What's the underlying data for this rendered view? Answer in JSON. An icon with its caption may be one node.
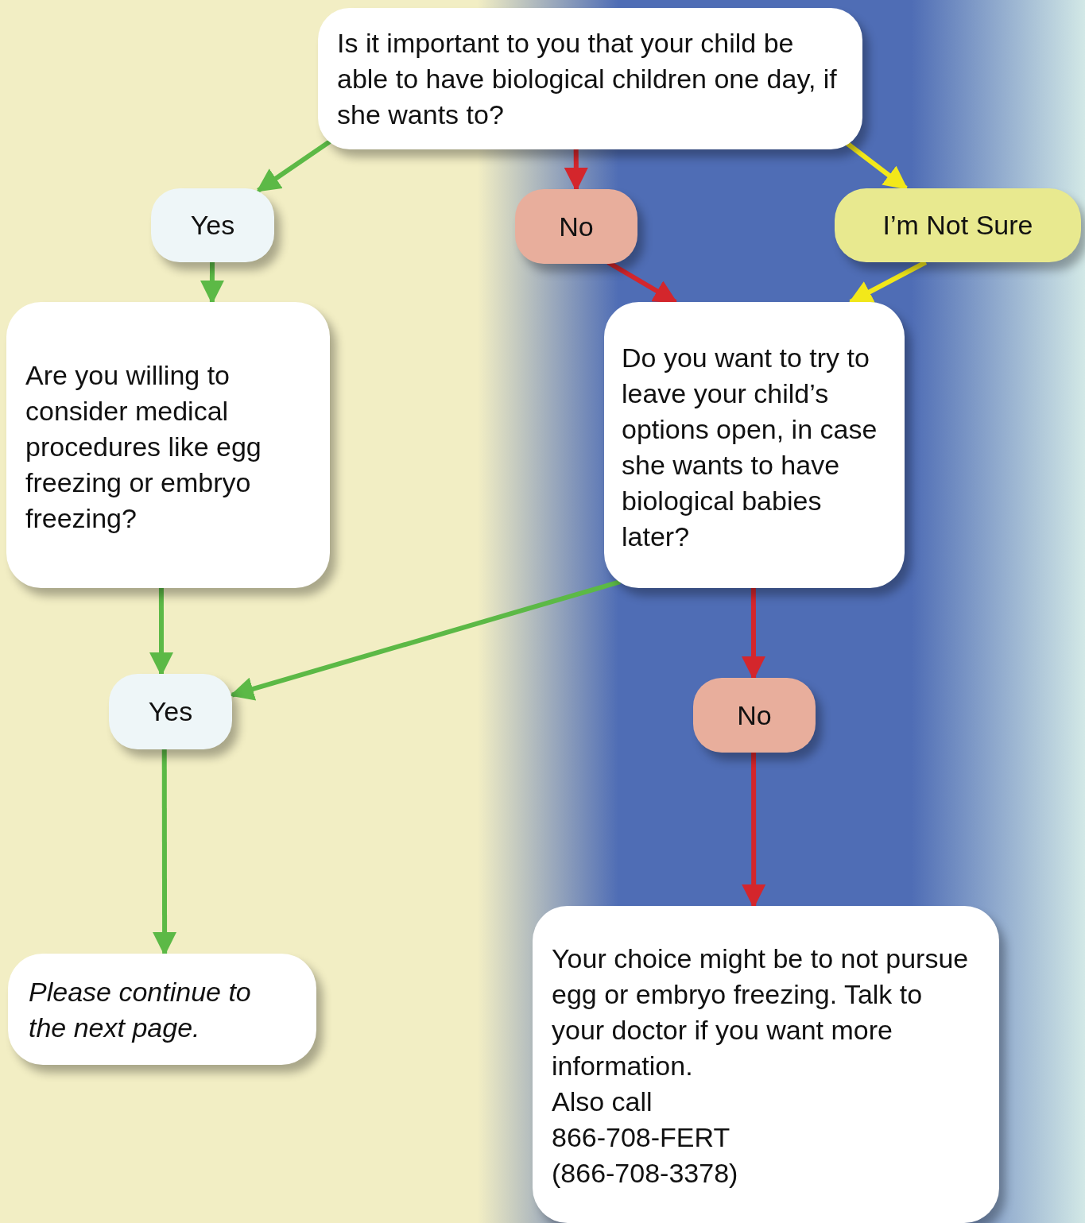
{
  "diagram": {
    "nodes": [
      {
        "text": [
          "Is it important to you that your child be able to have biological children one day, if she wants to?"
        ]
      },
      {
        "text": [
          "Yes"
        ]
      },
      {
        "text": [
          "No"
        ]
      },
      {
        "text": [
          "I’m Not Sure"
        ]
      },
      {
        "text": [
          "Are you willing to consider medical procedures like egg freezing or embryo freezing?"
        ]
      },
      {
        "text": [
          "Do you want to try to leave your child’s options open, in case she wants to have biological babies later?"
        ]
      },
      {
        "text": [
          "Yes"
        ]
      },
      {
        "text": [
          "No"
        ]
      },
      {
        "text": [
          "Please continue to the next page."
        ]
      },
      {
        "text": [
          "Your choice might be to not pursue egg or embryo freezing. Talk to your doctor if you want more information.",
          "Also call",
          "866-708-FERT",
          "(866-708-3378)"
        ]
      }
    ],
    "edges": [
      {
        "from": 0,
        "to": 1,
        "arrow": "to",
        "color": "#5cb946"
      },
      {
        "from": 0,
        "to": 2,
        "arrow": "to",
        "color": "#d4262c"
      },
      {
        "from": 0,
        "to": 3,
        "arrow": "to",
        "color": "#f2e81a"
      },
      {
        "from": 1,
        "to": 4,
        "arrow": "to",
        "color": "#5cb946"
      },
      {
        "from": 2,
        "to": 5,
        "arrow": "to",
        "color": "#d4262c"
      },
      {
        "from": 3,
        "to": 5,
        "arrow": "to",
        "color": "#f2e81a"
      },
      {
        "from": 4,
        "to": 6,
        "arrow": "to",
        "color": "#5cb946"
      },
      {
        "from": 5,
        "to": 6,
        "arrow": "to",
        "color": "#5cb946"
      },
      {
        "from": 5,
        "to": 7,
        "arrow": "to",
        "color": "#d4262c"
      },
      {
        "from": 6,
        "to": 8,
        "arrow": "to",
        "color": "#5cb946"
      },
      {
        "from": 7,
        "to": 9,
        "arrow": "to",
        "color": "#d4262c"
      }
    ]
  }
}
